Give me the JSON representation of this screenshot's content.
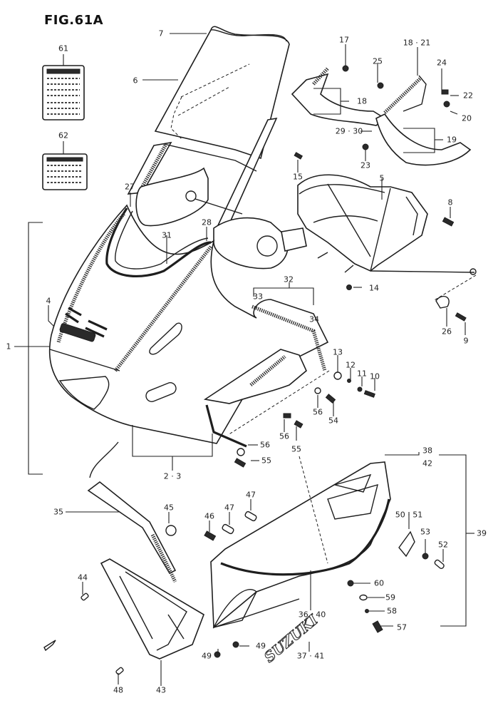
{
  "figure": {
    "title": "FIG.61A",
    "logo_text": "SUZUKI"
  },
  "labels": {
    "l1": "1",
    "l2_3": "2 · 3",
    "l4": "4",
    "l5": "5",
    "l6": "6",
    "l7": "7",
    "l8": "8",
    "l9": "9",
    "l10": "10",
    "l11": "11",
    "l12": "12",
    "l13": "13",
    "l14": "14",
    "l15": "15",
    "l17": "17",
    "l18": "18",
    "l18_21": "18 · 21",
    "l19": "19",
    "l20": "20",
    "l22": "22",
    "l23": "23",
    "l24": "24",
    "l25": "25",
    "l26": "26",
    "l27": "27",
    "l28": "28",
    "l29_30": "29 · 30",
    "l31": "31",
    "l32": "32",
    "l33": "33",
    "l34": "34",
    "l35": "35",
    "l36_40": "36 · 40",
    "l37_41": "37 · 41",
    "l38": "38",
    "l42": "42",
    "l39": "39",
    "l43": "43",
    "l44": "44",
    "l45": "45",
    "l46": "46",
    "l47a": "47",
    "l47b": "47",
    "l48": "48",
    "l49a": "49",
    "l49b": "49",
    "l50_51": "50 · 51",
    "l52": "52",
    "l53": "53",
    "l54": "54",
    "l55a": "55",
    "l55b": "55",
    "l56a": "56",
    "l56b": "56",
    "l56c": "56",
    "l57": "57",
    "l58": "58",
    "l59": "59",
    "l60": "60",
    "l61": "61",
    "l62": "62"
  }
}
